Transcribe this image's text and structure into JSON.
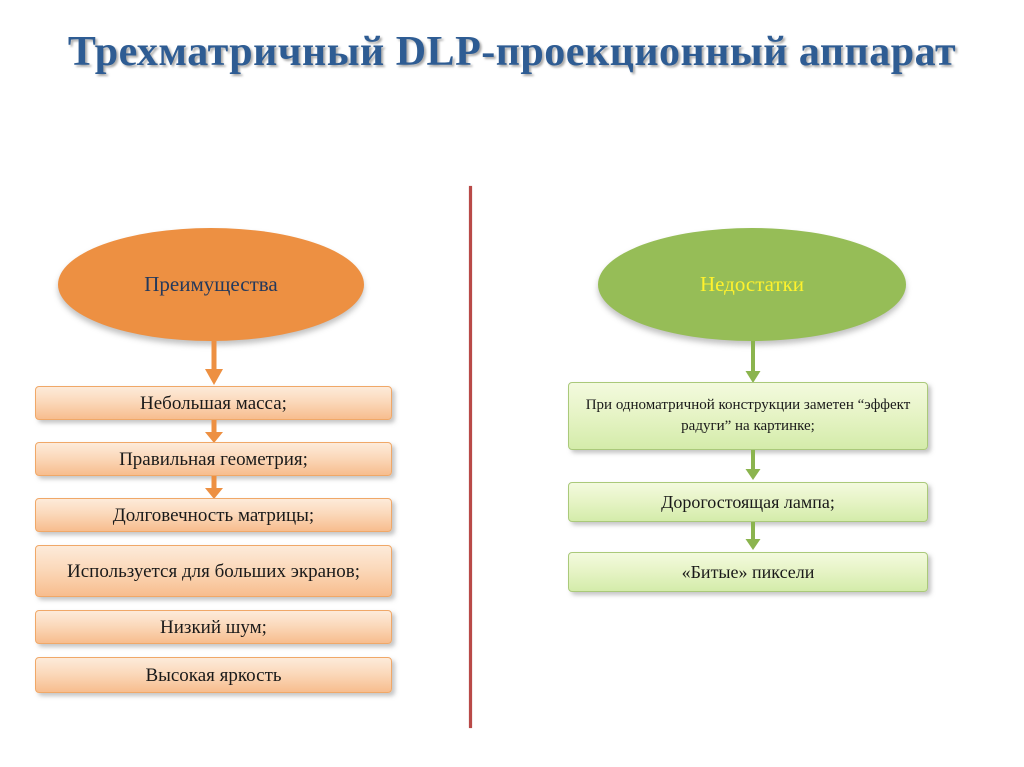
{
  "slide": {
    "title": "Трехматричный DLP-проекционный аппарат",
    "title_color": "#2e5c93",
    "background_color": "#ffffff"
  },
  "divider": {
    "color": "#b94a48",
    "orientation": "vertical"
  },
  "advantages": {
    "header": {
      "label": "Преимущества",
      "shape": "ellipse",
      "fill_color": "#ed9042",
      "text_color": "#24395c"
    },
    "arrow_color": "#ed9042",
    "items": [
      {
        "label": "Небольшая масса;"
      },
      {
        "label": "Правильная геометрия;"
      },
      {
        "label": "Долговечность матрицы;"
      },
      {
        "label": "Используется для больших экранов;"
      },
      {
        "label": "Низкий шум;"
      },
      {
        "label": "Высокая яркость"
      }
    ]
  },
  "drawbacks": {
    "header": {
      "label": "Недостатки",
      "shape": "ellipse",
      "fill_color": "#96bd57",
      "text_color": "#fff22d"
    },
    "arrow_color": "#8bb44e",
    "items": [
      {
        "label": "При одноматричной конструкции заметен “эффект радуги” на картинке;"
      },
      {
        "label": "Дорогостоящая лампа;"
      },
      {
        "label": "«Битые» пиксели"
      }
    ]
  }
}
